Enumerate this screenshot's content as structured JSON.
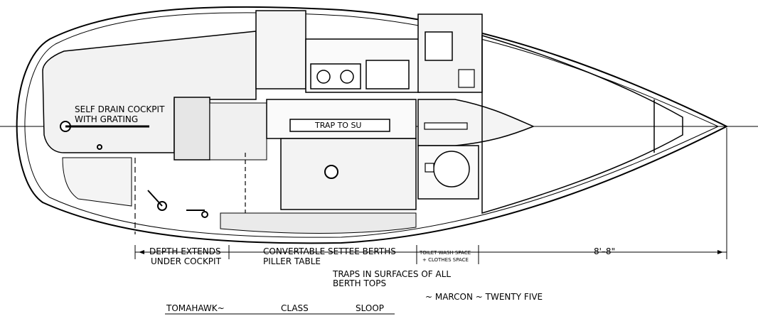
{
  "labels": {
    "cockpit_line1": "SELF DRAIN COCKPIT",
    "cockpit_line2": "WITH GRATING",
    "trap": "TRAP TO SU",
    "depth_line1": "DEPTH EXTENDS",
    "depth_line2": "UNDER COCKPIT",
    "settee_line1": "CONVERTABLE SETTEE BERTHS",
    "settee_line2": "PILLER TABLE",
    "toilet_line1": "TOILET WASH SPACE",
    "toilet_line2": "+ CLOTHES SPACE",
    "forward_dim": "8'–8\"",
    "traps_line1": "TRAPS IN SURFACES OF ALL",
    "traps_line2": "BERTH TOPS",
    "marcon": "~  MARCON  ~  TWENTY  FIVE",
    "tomahawk": "TOMAHAWK~",
    "class": "CLASS",
    "sloop": "SLOOP"
  }
}
